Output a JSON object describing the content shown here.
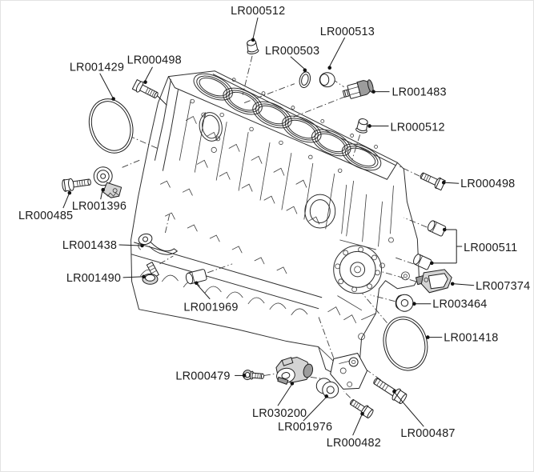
{
  "parts": {
    "p512_top": {
      "label": "LR000512"
    },
    "p513": {
      "label": "LR000513"
    },
    "p503": {
      "label": "LR000503"
    },
    "p1429": {
      "label": "LR001429"
    },
    "p498_left": {
      "label": "LR000498"
    },
    "p1483": {
      "label": "LR001483"
    },
    "p512_right": {
      "label": "LR000512"
    },
    "p498_right": {
      "label": "LR000498"
    },
    "p511": {
      "label": "LR000511"
    },
    "p7374": {
      "label": "LR007374"
    },
    "p3464": {
      "label": "LR003464"
    },
    "p1418": {
      "label": "LR001418"
    },
    "p487": {
      "label": "LR000487"
    },
    "p482": {
      "label": "LR000482"
    },
    "p1976": {
      "label": "LR001976"
    },
    "p30200": {
      "label": "LR030200"
    },
    "p479": {
      "label": "LR000479"
    },
    "p1969": {
      "label": "LR001969"
    },
    "p1490": {
      "label": "LR001490"
    },
    "p1438": {
      "label": "LR001438"
    },
    "p485": {
      "label": "LR000485"
    },
    "p1396": {
      "label": "LR001396"
    }
  }
}
